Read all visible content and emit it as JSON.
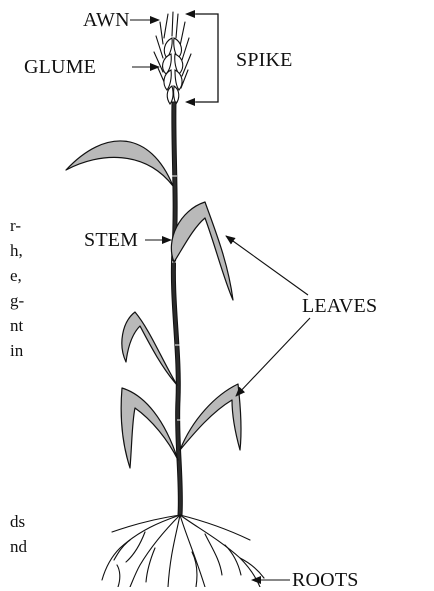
{
  "labels": {
    "awn": "AWN",
    "glume": "GLUME",
    "spike": "SPIKE",
    "stem": "STEM",
    "leaves": "LEAVES",
    "roots": "ROOTS"
  },
  "text_fragments": [
    "r-",
    "h,",
    "e,",
    "g-",
    "nt",
    "in",
    "ds",
    "nd"
  ],
  "colors": {
    "ink": "#111111",
    "leaf_fill": "#b9b9b9",
    "stem_fill": "#2a2a2a",
    "background": "#ffffff"
  }
}
